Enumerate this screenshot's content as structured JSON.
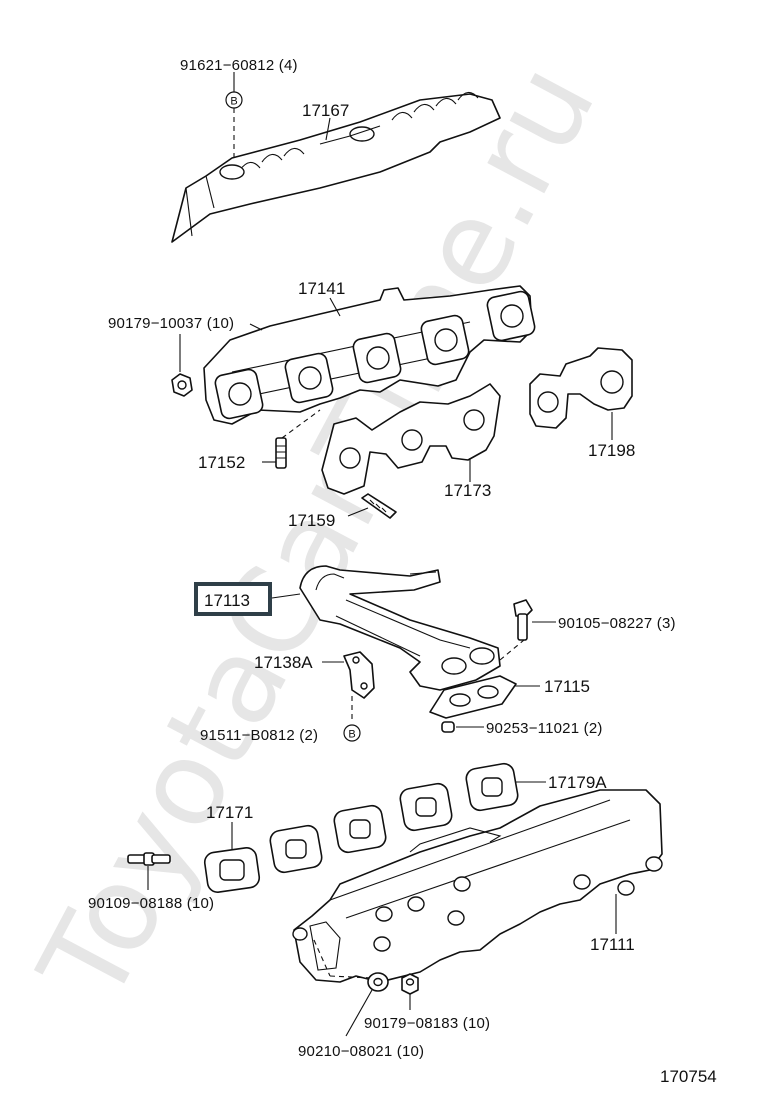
{
  "watermark": "ToyotaCarTime.ru",
  "diagram_number": "170754",
  "labels": {
    "p91621": "91621−60812 (4)",
    "p17167": "17167",
    "p17141": "17141",
    "p90179_10037": "90179−10037 (10)",
    "p17152": "17152",
    "p17173": "17173",
    "p17198": "17198",
    "p17159": "17159",
    "p17113": "17113",
    "p90105": "90105−08227 (3)",
    "p17138A": "17138A",
    "p17115": "17115",
    "p91511": "91511−B0812 (2)",
    "p90253": "90253−11021 (2)",
    "p17179A": "17179A",
    "p17171": "17171",
    "p90109": "90109−08188 (10)",
    "p17111": "17111",
    "p90179_08183": "90179−08183 (10)",
    "p90210": "90210−08021 (10)"
  },
  "markers": {
    "b1": "B",
    "b2": "B"
  },
  "highlight_color": "#2f3f48"
}
